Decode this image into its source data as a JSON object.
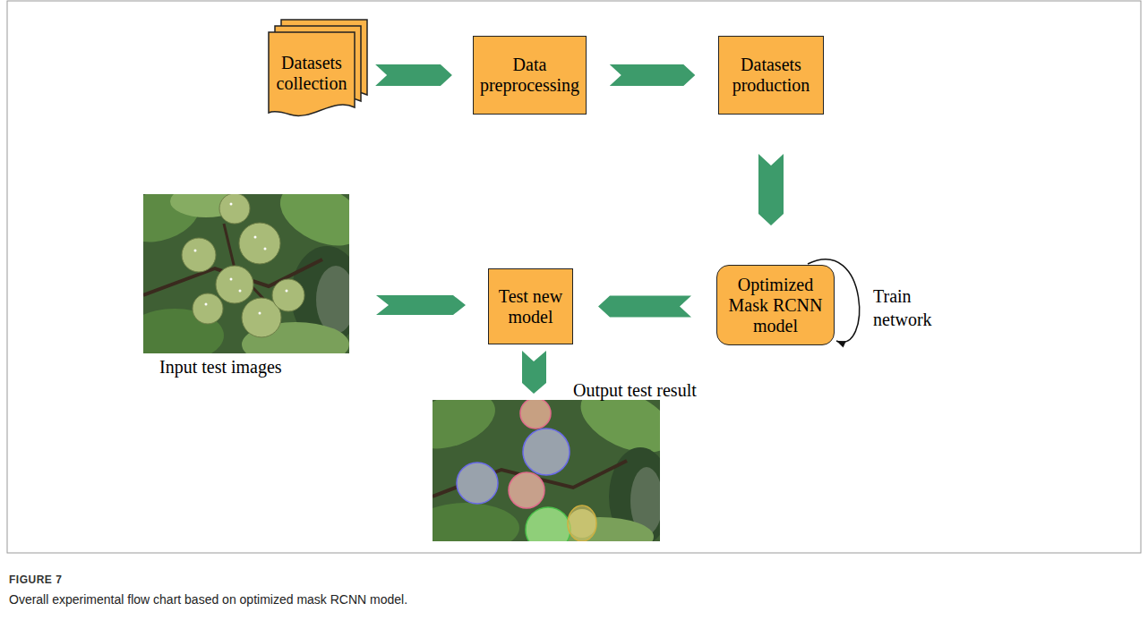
{
  "diagram": {
    "caption": "Overall experimental flow chart based on optimized mask RCNN model.",
    "nodes": [
      {
        "text": [
          "Datasets collection"
        ]
      },
      {
        "text": [
          "Data preprocessing"
        ]
      },
      {
        "text": [
          "Datasets production"
        ]
      },
      {
        "text": [
          "Optimized Mask RCNN model"
        ]
      },
      {
        "text": [
          "Test new model"
        ]
      }
    ],
    "edges": [
      {
        "from": 0,
        "to": 1,
        "arrow": "to"
      },
      {
        "from": 1,
        "to": 2,
        "arrow": "to"
      },
      {
        "from": 2,
        "to": 3,
        "arrow": "to"
      },
      {
        "from": 3,
        "to": 4,
        "arrow": "to"
      },
      {
        "from": 3,
        "to": 3,
        "arrow": "to"
      }
    ],
    "labels": [
      "Train network",
      "Input test images",
      "Output test result",
      "FIGURE 7"
    ]
  }
}
